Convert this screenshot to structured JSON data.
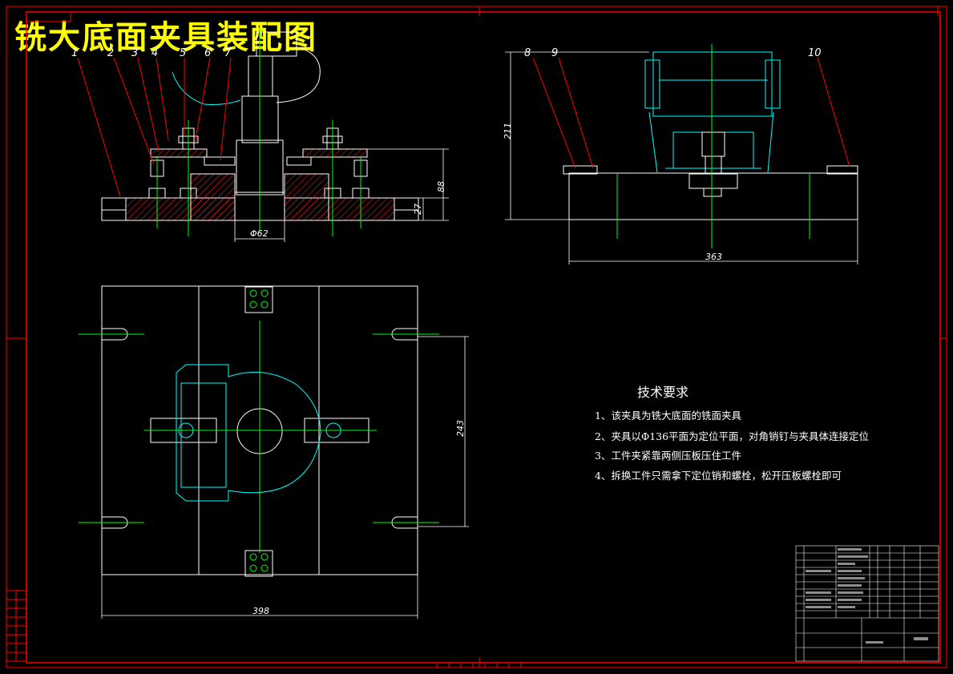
{
  "title": "铣大底面夹具装配图",
  "part_numbers": [
    "1",
    "2",
    "3",
    "4",
    "5",
    "6",
    "7",
    "8",
    "9",
    "10"
  ],
  "dimensions": {
    "front_height": "88",
    "front_base": "27",
    "front_bore": "Φ62",
    "side_height": "211",
    "side_width": "363",
    "plan_height": "243",
    "plan_width": "398"
  },
  "requirements": {
    "heading": "技术要求",
    "items": [
      "1、该夹具为铣大底面的铣面夹具",
      "2、夹具以Φ136平面为定位平面，对角销钉与夹具体连接定位",
      "3、工件夹紧靠两侧压板压住工件",
      "4、拆换工件只需拿下定位销和螺栓，松开压板螺栓即可"
    ]
  },
  "colors": {
    "background": "#000000",
    "border": "#ff0000",
    "outline": "#ffffff",
    "center_line": "#00ff00",
    "workpiece": "#00ffff",
    "hatch": "#ff2020",
    "title": "#ffff00"
  }
}
